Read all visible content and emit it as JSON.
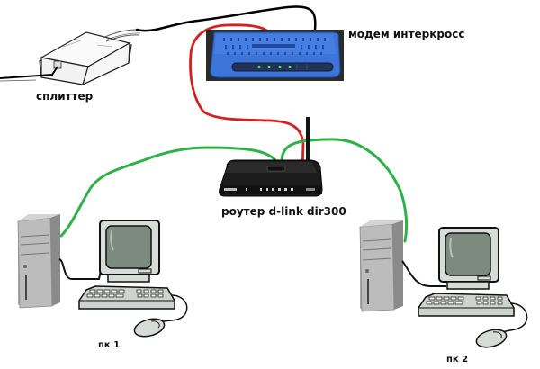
{
  "diagram": {
    "title": "",
    "nodes": [
      {
        "id": "splitter",
        "label": "сплиттер",
        "kind": "adsl-splitter"
      },
      {
        "id": "modem",
        "label": "модем интеркросс",
        "kind": "adsl-modem",
        "color": "#3b6fd4"
      },
      {
        "id": "router",
        "label": "роутер d-link dir300",
        "kind": "wifi-router",
        "color": "#1a1a1a"
      },
      {
        "id": "pc1",
        "label": "пк 1",
        "kind": "desktop-computer"
      },
      {
        "id": "pc2",
        "label": "пк 2",
        "kind": "desktop-computer"
      }
    ],
    "edges": [
      {
        "from": "phone-line",
        "to": "splitter",
        "cable": "black"
      },
      {
        "from": "splitter",
        "to": "modem",
        "cable": "black"
      },
      {
        "from": "modem",
        "to": "router",
        "cable": "red"
      },
      {
        "from": "router",
        "to": "pc1",
        "cable": "green"
      },
      {
        "from": "router",
        "to": "pc2",
        "cable": "green"
      }
    ],
    "cable_colors": {
      "black": "#000000",
      "red": "#d42020",
      "green": "#2fb14a"
    }
  }
}
